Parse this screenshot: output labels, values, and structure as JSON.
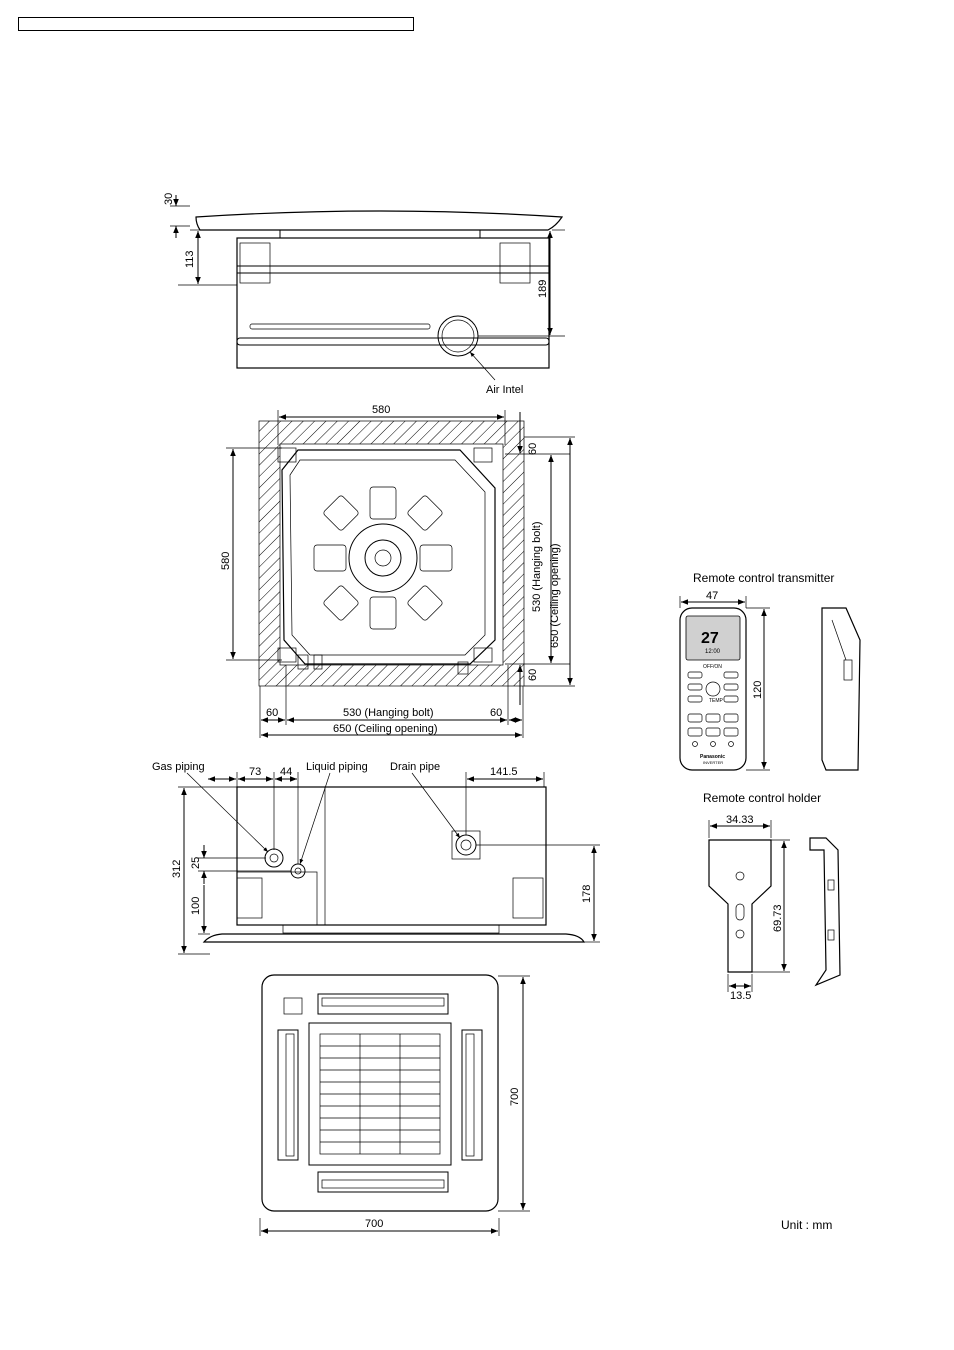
{
  "header": {
    "text": ""
  },
  "side_view": {
    "dim_panel": "30",
    "dim_top": "113",
    "dim_right": "189",
    "air_inlet_label": "Air Intel"
  },
  "top_view": {
    "dim_top": "580",
    "dim_left": "580",
    "dim_r_top": "60",
    "dim_r_bottom": "60",
    "dim_hanging_v": "530 (Hanging bolt)",
    "dim_ceiling_v": "650 (Ceiling opening)",
    "dim_b_left": "60",
    "dim_b_right": "60",
    "dim_hanging_h": "530 (Hanging bolt)",
    "dim_ceiling_h": "650 (Ceiling opening)"
  },
  "front_view": {
    "gas_piping": "Gas piping",
    "liquid_piping": "Liquid piping",
    "drain_pipe": "Drain pipe",
    "dim_73": "73",
    "dim_44": "44",
    "dim_1415": "141.5",
    "dim_312": "312",
    "dim_25": "25",
    "dim_100": "100",
    "dim_178": "178"
  },
  "panel_view": {
    "dim_w": "700",
    "dim_h": "700"
  },
  "remote": {
    "title": "Remote control transmitter",
    "dim_w": "47",
    "dim_h": "120",
    "display_temp": "27",
    "display_time": "12:00",
    "btn_off_on": "OFF/ON",
    "btn_temp": "TEMP",
    "brand": "Panasonic",
    "sub_brand": "INVERTER"
  },
  "holder": {
    "title": "Remote control holder",
    "dim_w": "34.33",
    "dim_h": "69.73",
    "dim_b": "13.5"
  },
  "unit_label": "Unit : mm"
}
